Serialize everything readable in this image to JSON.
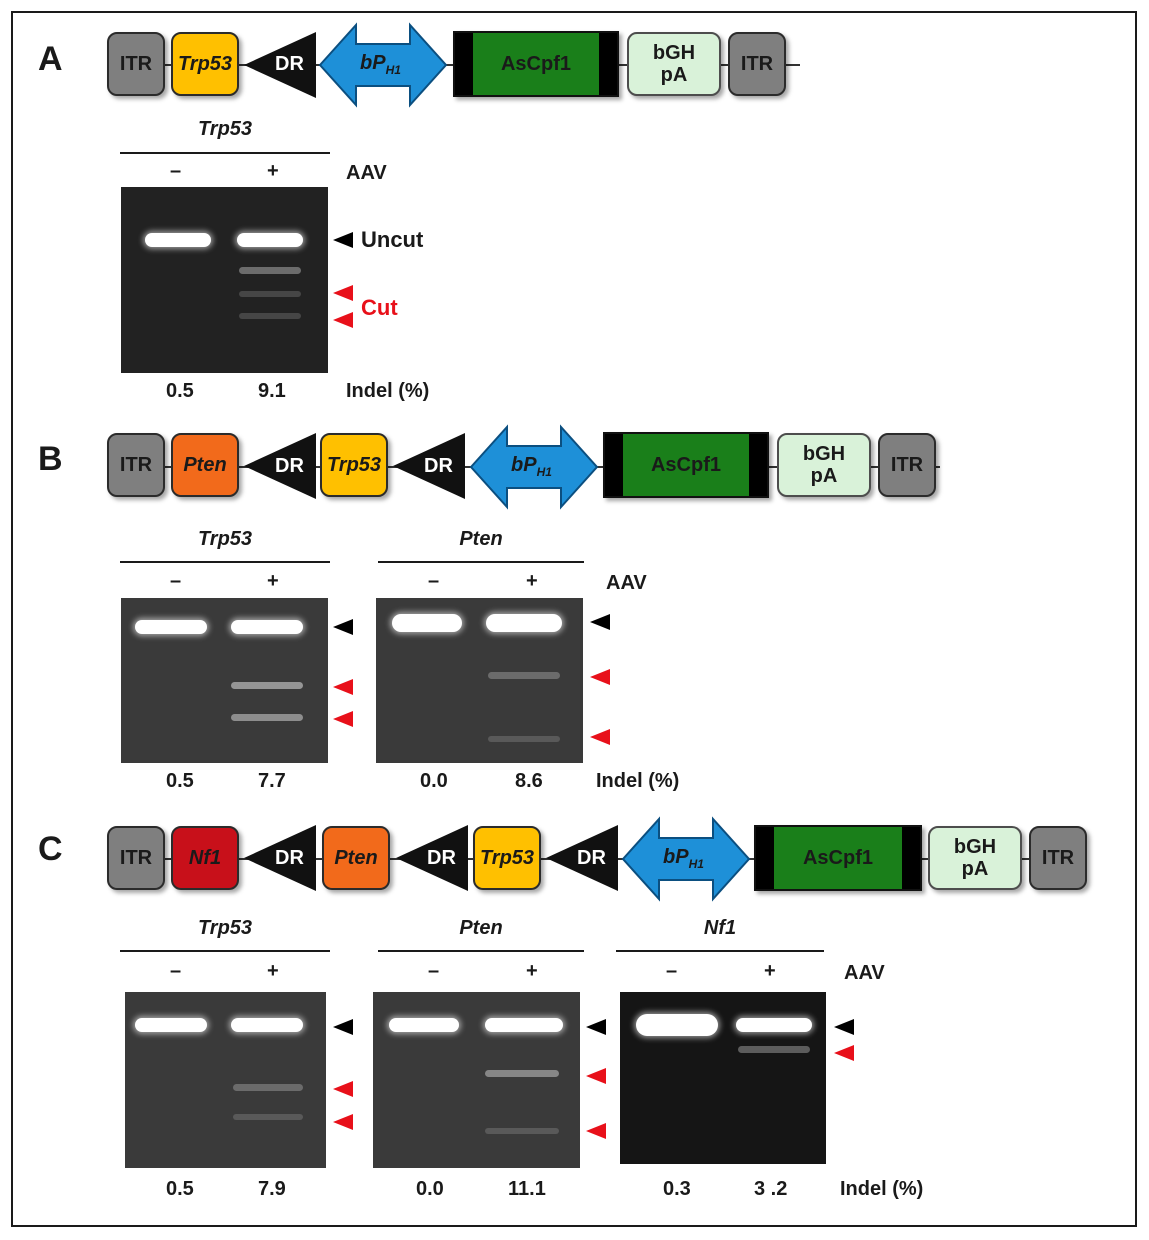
{
  "panels": {
    "A": {
      "letter": "A",
      "construct": {
        "itr_left": "ITR",
        "gene1": "Trp53",
        "dr1": "DR",
        "promoter": "bP",
        "promoter_sub": "H1",
        "cas": "AsCpf1",
        "bgh_line1": "bGH",
        "bgh_line2": "pA",
        "itr_right": "ITR"
      },
      "gels": [
        {
          "gene": "Trp53",
          "minus": "–",
          "plus": "+",
          "indel_minus": "0.5",
          "indel_plus": "9.1"
        }
      ],
      "aav": "AAV",
      "uncut_label": "Uncut",
      "cut_label": "Cut",
      "indel_label": "Indel (%)"
    },
    "B": {
      "letter": "B",
      "construct": {
        "itr_left": "ITR",
        "gene1": "Pten",
        "dr1": "DR",
        "gene2": "Trp53",
        "dr2": "DR",
        "promoter": "bP",
        "promoter_sub": "H1",
        "cas": "AsCpf1",
        "bgh_line1": "bGH",
        "bgh_line2": "pA",
        "itr_right": "ITR"
      },
      "gels": [
        {
          "gene": "Trp53",
          "minus": "–",
          "plus": "+",
          "indel_minus": "0.5",
          "indel_plus": "7.7"
        },
        {
          "gene": "Pten",
          "minus": "–",
          "plus": "+",
          "indel_minus": "0.0",
          "indel_plus": "8.6"
        }
      ],
      "aav": "AAV",
      "indel_label": "Indel (%)"
    },
    "C": {
      "letter": "C",
      "construct": {
        "itr_left": "ITR",
        "gene1": "Nf1",
        "dr1": "DR",
        "gene2": "Pten",
        "dr2": "DR",
        "gene3": "Trp53",
        "dr3": "DR",
        "promoter": "bP",
        "promoter_sub": "H1",
        "cas": "AsCpf1",
        "bgh_line1": "bGH",
        "bgh_line2": "pA",
        "itr_right": "ITR"
      },
      "gels": [
        {
          "gene": "Trp53",
          "minus": "–",
          "plus": "+",
          "indel_minus": "0.5",
          "indel_plus": "7.9"
        },
        {
          "gene": "Pten",
          "minus": "–",
          "plus": "+",
          "indel_minus": "0.0",
          "indel_plus": "11.1"
        },
        {
          "gene": "Nf1",
          "minus": "–",
          "plus": "+",
          "indel_minus": "0.3",
          "indel_plus": "3 .2"
        }
      ],
      "aav": "AAV",
      "indel_label": "Indel (%)"
    }
  },
  "colors": {
    "itr": "#7f7f7f",
    "trp53": "#ffc000",
    "pten": "#f26a1b",
    "nf1": "#c8101a",
    "promoter": "#1e90d8",
    "cas": "#1a7f1a",
    "bgh": "#d9f2d9",
    "cut_marker": "#e8101a"
  }
}
